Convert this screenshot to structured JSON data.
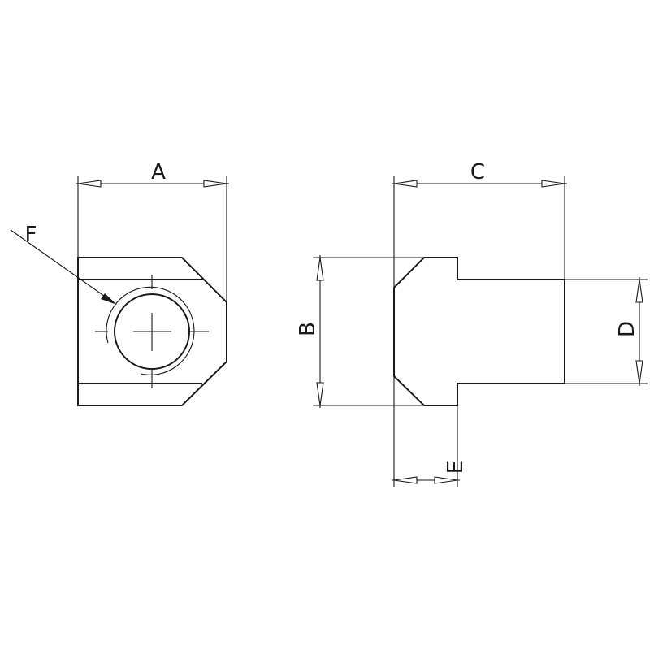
{
  "drawing": {
    "line_color": "#1a1a1a",
    "background": "#ffffff",
    "labels": {
      "A": "A",
      "B": "B",
      "C": "C",
      "D": "D",
      "E": "E",
      "F": "F"
    }
  }
}
